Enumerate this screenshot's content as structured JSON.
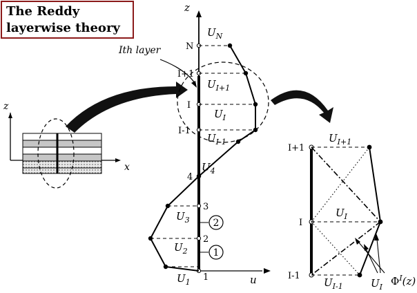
{
  "title": {
    "line1": "The Reddy",
    "line2": "layerwise theory"
  },
  "main_diagram": {
    "axis_z": "z",
    "axis_u": "u",
    "layer_callout": "Ith layer",
    "node_labels": [
      "N",
      "I+1",
      "I",
      "I-1",
      "4",
      "3",
      "2",
      "1"
    ],
    "displacement_labels": {
      "UN": {
        "base": "U",
        "sub": "N"
      },
      "UIp1": {
        "base": "U",
        "sub": "I+1"
      },
      "UI": {
        "base": "U",
        "sub": "I"
      },
      "UIm1": {
        "base": "U",
        "sub": "I-1"
      },
      "U4": {
        "base": "U",
        "sub": "4"
      },
      "U3": {
        "base": "U",
        "sub": "3"
      },
      "U2": {
        "base": "U",
        "sub": "2"
      },
      "U1": {
        "base": "U",
        "sub": "1"
      }
    },
    "layer_numbers": [
      "2",
      "1"
    ]
  },
  "laminate_sketch": {
    "axis_z": "z",
    "axis_x": "x"
  },
  "detail_diagram": {
    "node_labels": [
      "I+1",
      "I",
      "I-1"
    ],
    "top_label": {
      "base": "U",
      "sub": "I+1"
    },
    "mid_label": {
      "base": "U",
      "sub": "I"
    },
    "bottom_label": {
      "base": "U",
      "sub": "I-1"
    },
    "annotation_u": {
      "base": "U",
      "sub": "I"
    },
    "annotation_phi": {
      "base": "Φ",
      "sup": "I",
      "arg": "(z)"
    }
  },
  "colors": {
    "title_border": "#8b1a1a",
    "ink": "#000000",
    "laminate_gray": "#bdbdbd"
  }
}
